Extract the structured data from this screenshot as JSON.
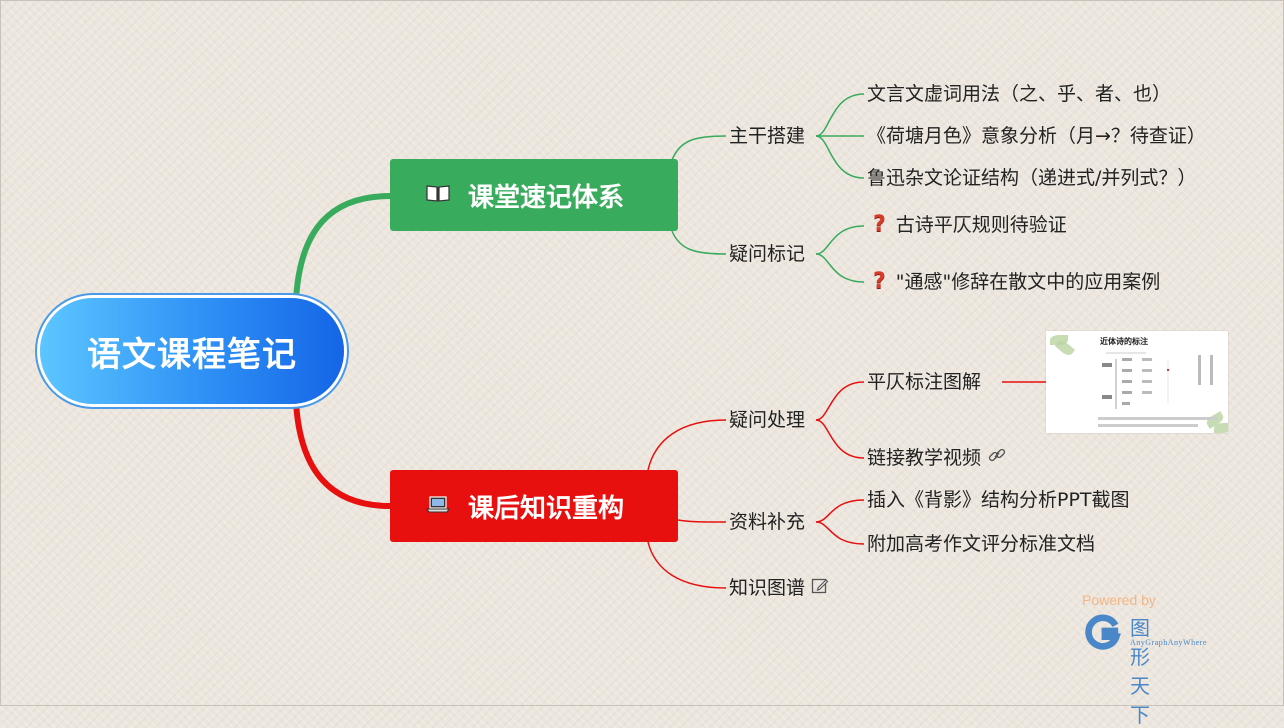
{
  "root": {
    "title": "语文课程笔记"
  },
  "branches": {
    "green": {
      "title": "课堂速记体系",
      "icon": "open-book-icon",
      "color": "#38ab5c",
      "subs": [
        {
          "label": "主干搭建",
          "leaves": [
            "文言文虚词用法（之、乎、者、也）",
            "《荷塘月色》意象分析（月→？待查证）",
            "鲁迅杂文论证结构（递进式/并列式？）"
          ]
        },
        {
          "label": "疑问标记",
          "leaves": [
            "古诗平仄规则待验证",
            "\"通感\"修辞在散文中的应用案例"
          ]
        }
      ]
    },
    "red": {
      "title": "课后知识重构",
      "icon": "laptop-icon",
      "color": "#e80f0f",
      "subs": [
        {
          "label": "疑问处理",
          "leaves": [
            "平仄标注图解",
            "链接教学视频"
          ]
        },
        {
          "label": "资料补充",
          "leaves": [
            "插入《背影》结构分析PPT截图",
            "附加高考作文评分标准文档"
          ]
        },
        {
          "label": "知识图谱",
          "leaves": []
        }
      ]
    }
  },
  "thumbnail": {
    "title": "近体诗的标注"
  },
  "watermark": {
    "powered": "Powered by",
    "brand": "图形天下",
    "sub": "AnyGraphAnyWhere"
  },
  "colors": {
    "root": "#2e90f5",
    "green": "#38ab5c",
    "red": "#e80f0f"
  }
}
